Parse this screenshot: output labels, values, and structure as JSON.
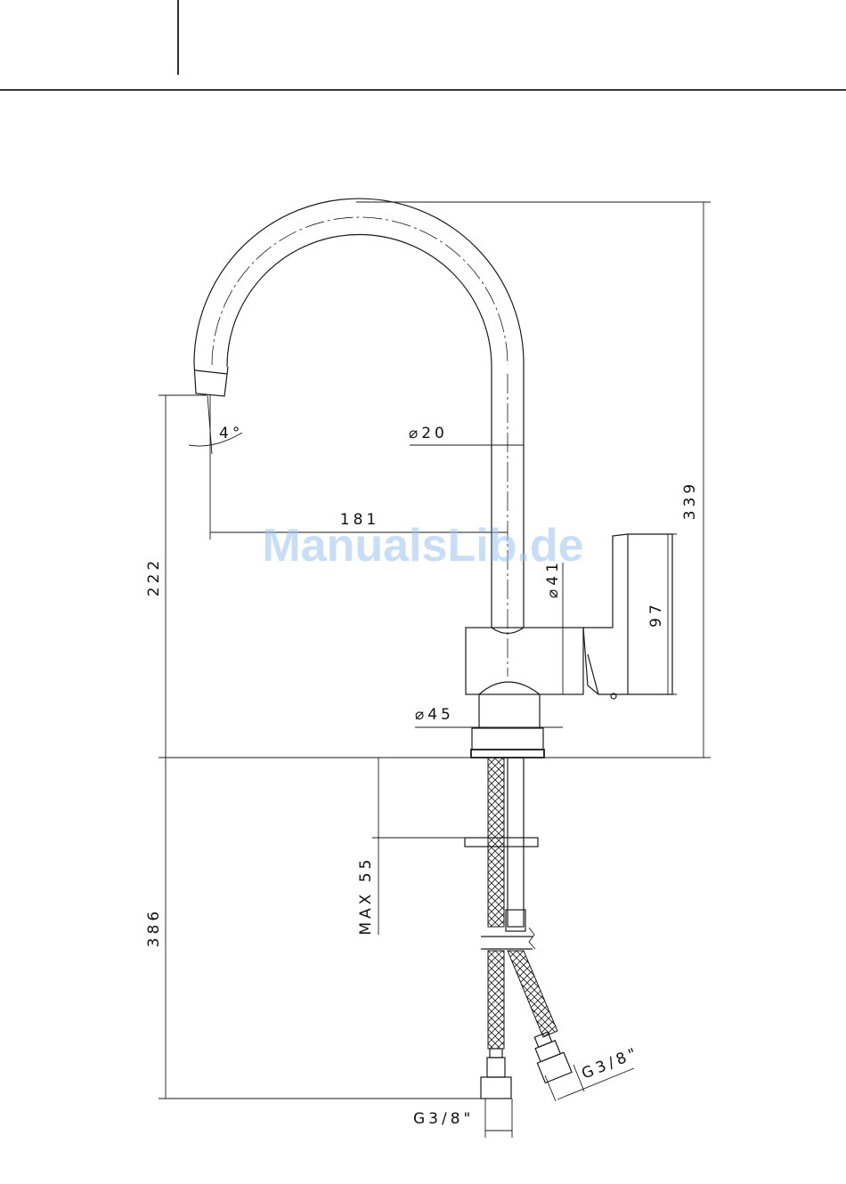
{
  "watermark": "ManualsLib.de",
  "dimensions": {
    "total_height": "339",
    "spout_height": "222",
    "reach": "181",
    "spout_angle": "4°",
    "spout_diameter": "⌀20",
    "body_diameter": "⌀41",
    "base_diameter": "⌀45",
    "lever_height": "97",
    "max_thickness": "MAX 55",
    "hose_length": "386",
    "connection_left": "G3/8\"",
    "connection_right": "G3/8\""
  },
  "colors": {
    "line": "#1a1a1a",
    "watermark": "#9cc4ef"
  }
}
